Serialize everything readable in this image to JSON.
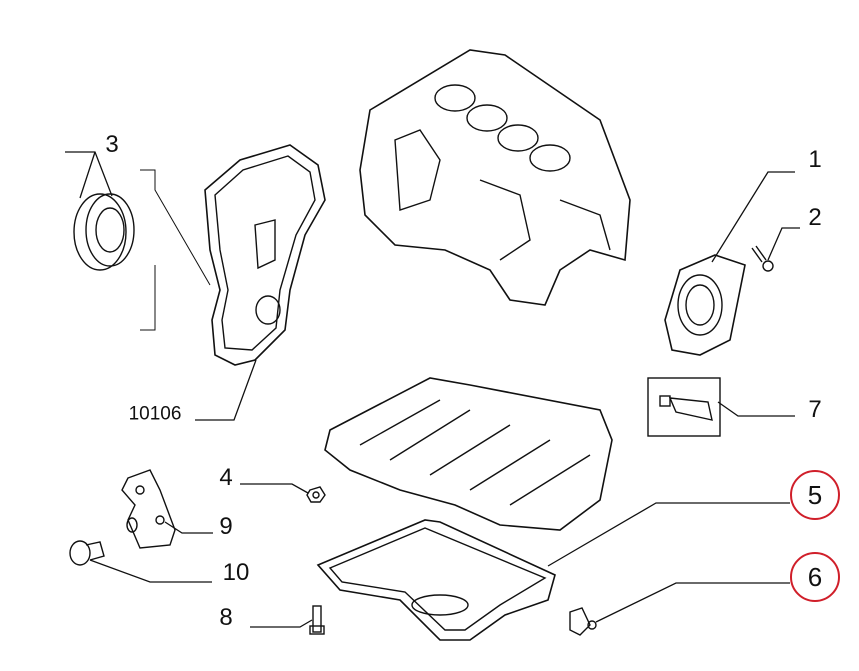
{
  "labels": {
    "p1": "1",
    "p2": "2",
    "p3": "3",
    "p4": "4",
    "p5": "5",
    "p6": "6",
    "p7": "7",
    "p8": "8",
    "p9": "9",
    "p10": "10",
    "p10106": "10106"
  },
  "colors": {
    "line": "#111111",
    "callout": "#d01f2a"
  }
}
